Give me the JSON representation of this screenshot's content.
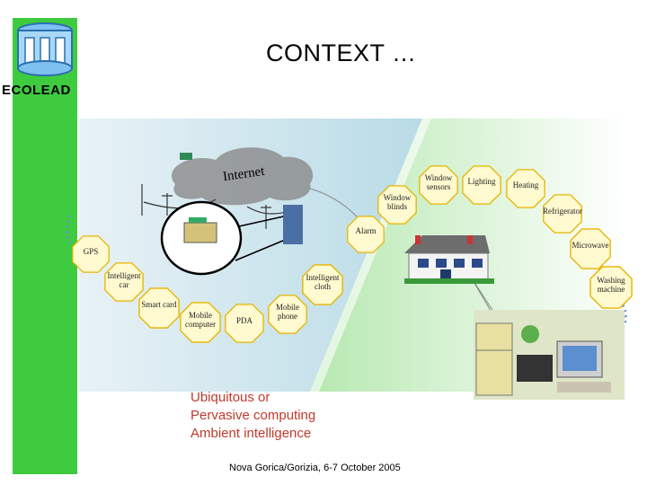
{
  "slide": {
    "title": "CONTEXT …",
    "brand": "ECOLEAD",
    "footer": "Nova Gorica/Gorizia, 6-7 October 2005"
  },
  "diagram": {
    "internet_label": "Internet",
    "nodes": {
      "gps": "GPS",
      "intelligent_car": "Intelligent car",
      "smart_card": "Smart card",
      "mobile_computer": "Mobile computer",
      "pda": "PDA",
      "mobile_phone": "Mobile phone",
      "intelligent_cloth": "Intelligent cloth",
      "alarm": "Alarm",
      "window_blinds": "Window blinds",
      "window_sensors": "Window sensors",
      "lighting": "Lighting",
      "heating": "Heating",
      "refrigerator": "Refrigerator",
      "microwave": "Microwave",
      "washing_machine": "Washing machine"
    }
  },
  "caption": {
    "line1": "Ubiquitous or",
    "line2": "Pervasive computing",
    "line3": "Ambient intelligence"
  },
  "colors": {
    "sidebar": "#3fcb3f",
    "caption": "#c0392b",
    "node_fill": "#fffad0",
    "node_border": "#e8b400"
  }
}
